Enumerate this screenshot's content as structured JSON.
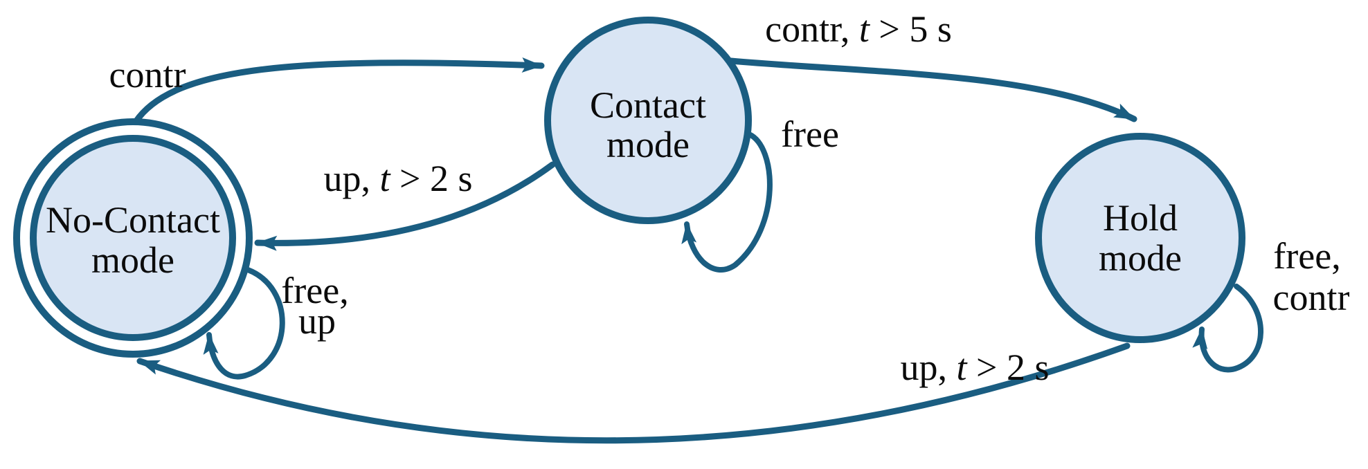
{
  "diagram": {
    "type": "finite-state-machine",
    "colors": {
      "stroke": "#1a5d81",
      "state_fill": "#d9e5f4",
      "label_text": "#0b0b0b",
      "background": "#ffffff"
    },
    "states": [
      {
        "id": "no-contact-mode",
        "name": "No-Contact mode",
        "line1": "No-Contact",
        "line2": "mode",
        "shape": "double-circle"
      },
      {
        "id": "contact-mode",
        "name": "Contact mode",
        "line1": "Contact",
        "line2": "mode",
        "shape": "circle"
      },
      {
        "id": "hold-mode",
        "name": "Hold mode",
        "line1": "Hold",
        "line2": "mode",
        "shape": "circle"
      }
    ],
    "transitions": [
      {
        "from": "no-contact-mode",
        "to": "contact-mode",
        "label": "contr"
      },
      {
        "from": "contact-mode",
        "to": "hold-mode",
        "label": "contr, t > 5 s",
        "label_pre": "contr, ",
        "label_var": "t",
        "label_post": " > 5 s"
      },
      {
        "from": "contact-mode",
        "to": "no-contact-mode",
        "label": "up, t > 2 s",
        "label_pre": "up, ",
        "label_var": "t",
        "label_post": " > 2 s"
      },
      {
        "from": "hold-mode",
        "to": "no-contact-mode",
        "label": "up, t > 2 s",
        "label_pre": "up, ",
        "label_var": "t",
        "label_post": " > 2 s"
      },
      {
        "from": "no-contact-mode",
        "to": "no-contact-mode",
        "label": "free, up",
        "label_line1": "free,",
        "label_line2": "up"
      },
      {
        "from": "contact-mode",
        "to": "contact-mode",
        "label": "free"
      },
      {
        "from": "hold-mode",
        "to": "hold-mode",
        "label": "free, contr",
        "label_line1": "free,",
        "label_line2": "contr"
      }
    ]
  }
}
